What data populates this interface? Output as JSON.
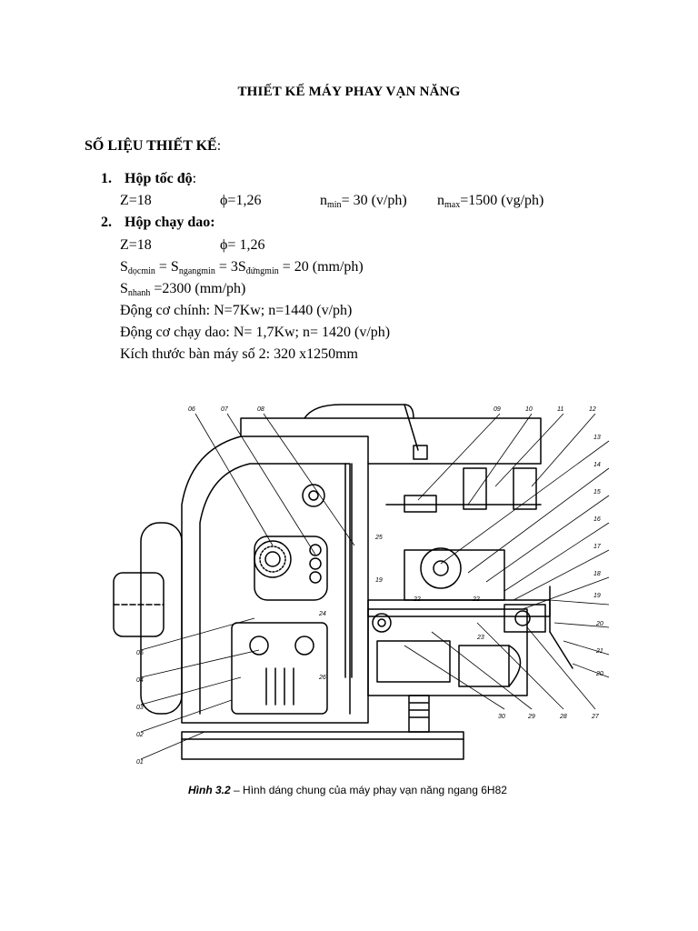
{
  "doc": {
    "title": "THIẾT KẾ MÁY PHAY VẠN NĂNG",
    "section_heading": "SỐ LIỆU THIẾT KẾ",
    "section_colon": ":",
    "item1": {
      "num": "1.",
      "label": "Hộp tốc độ",
      "colon": ":",
      "z": "Z=18",
      "phi": "ϕ=1,26",
      "nmin_pre": "n",
      "nmin_sub": "min",
      "nmin_post": "= 30 (v/ph)",
      "nmax_pre": "n",
      "nmax_sub": "max",
      "nmax_post": "=1500 (vg/ph)"
    },
    "item2": {
      "num": "2.",
      "label": "Hộp chạy dao:",
      "z": "Z=18",
      "phi": "ϕ= 1,26",
      "s1_pre": "S",
      "s1_sub": "dọcmin",
      "s1_mid": " = S",
      "s2_sub": "ngangmin",
      "s2_mid": " = 3S",
      "s3_sub": "đứngmin",
      "s3_post": " = 20 (mm/ph)",
      "sn_pre": "S",
      "sn_sub": "nhanh",
      "sn_post": " =2300 (mm/ph)",
      "motor_main": "Động cơ chính: N=7Kw; n=1440 (v/ph)",
      "motor_feed": "Động cơ chạy dao: N= 1,7Kw; n= 1420 (v/ph)",
      "table_size": "Kích thước bàn máy số 2: 320 x1250mm"
    },
    "figure": {
      "caption_label": "Hình 3.2",
      "caption_text": " – Hình dáng chung của máy phay vạn năng ngang 6H82",
      "callouts_top": [
        "06",
        "07",
        "08",
        "09",
        "10",
        "11",
        "12"
      ],
      "callouts_right": [
        "13",
        "14",
        "15",
        "16",
        "17",
        "18",
        "19",
        "20",
        "21",
        "20"
      ],
      "callouts_left": [
        "05",
        "04",
        "03",
        "02",
        "01"
      ],
      "callouts_bottom": [
        "30",
        "29",
        "28",
        "27"
      ],
      "callouts_inner": [
        "25",
        "19",
        "22",
        "22",
        "24",
        "23",
        "26"
      ]
    }
  }
}
